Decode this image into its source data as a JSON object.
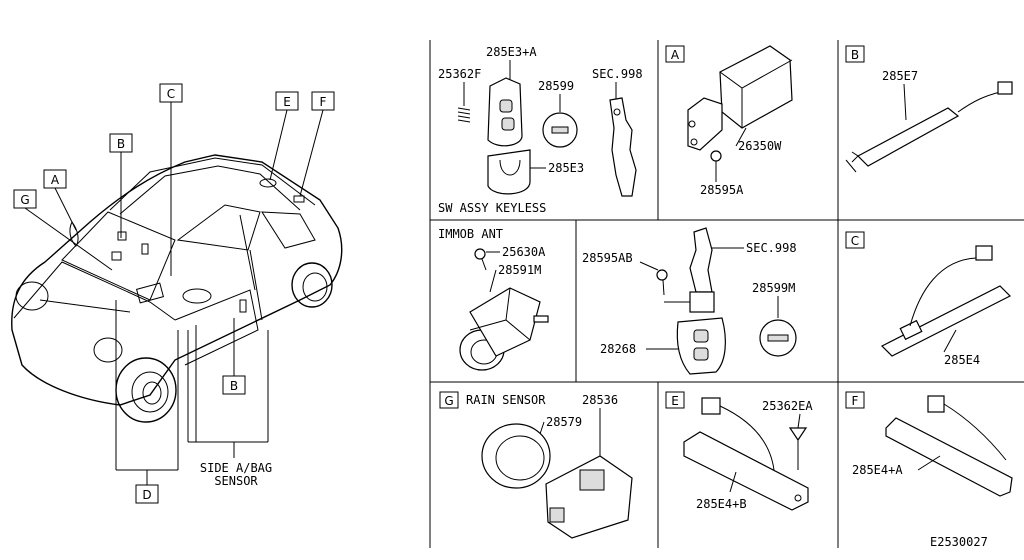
{
  "doc_code": "E2530027",
  "car": {
    "callouts": [
      "A",
      "B",
      "C",
      "D",
      "E",
      "F",
      "G",
      "B"
    ],
    "side_label_1": "SIDE A/BAG",
    "side_label_2": "SENSOR"
  },
  "panels": {
    "keyless": {
      "title": "SW ASSY KEYLESS",
      "parts": [
        "285E3+A",
        "25362F",
        "28599",
        "SEC.998",
        "285E3"
      ]
    },
    "A": {
      "letter": "A",
      "parts": [
        "26350W",
        "28595A"
      ]
    },
    "B": {
      "letter": "B",
      "parts": [
        "285E7"
      ]
    },
    "immob": {
      "title": "IMMOB ANT",
      "parts": [
        "25630A",
        "28591M"
      ]
    },
    "key": {
      "parts": [
        "28595AB",
        "SEC.998",
        "28599M",
        "28268"
      ]
    },
    "C": {
      "letter": "C",
      "parts": [
        "285E4"
      ]
    },
    "G": {
      "letter": "G",
      "title": "RAIN SENSOR",
      "parts": [
        "28536",
        "28579"
      ]
    },
    "E": {
      "letter": "E",
      "parts": [
        "25362EA",
        "285E4+B"
      ]
    },
    "F": {
      "letter": "F",
      "parts": [
        "285E4+A"
      ]
    }
  }
}
